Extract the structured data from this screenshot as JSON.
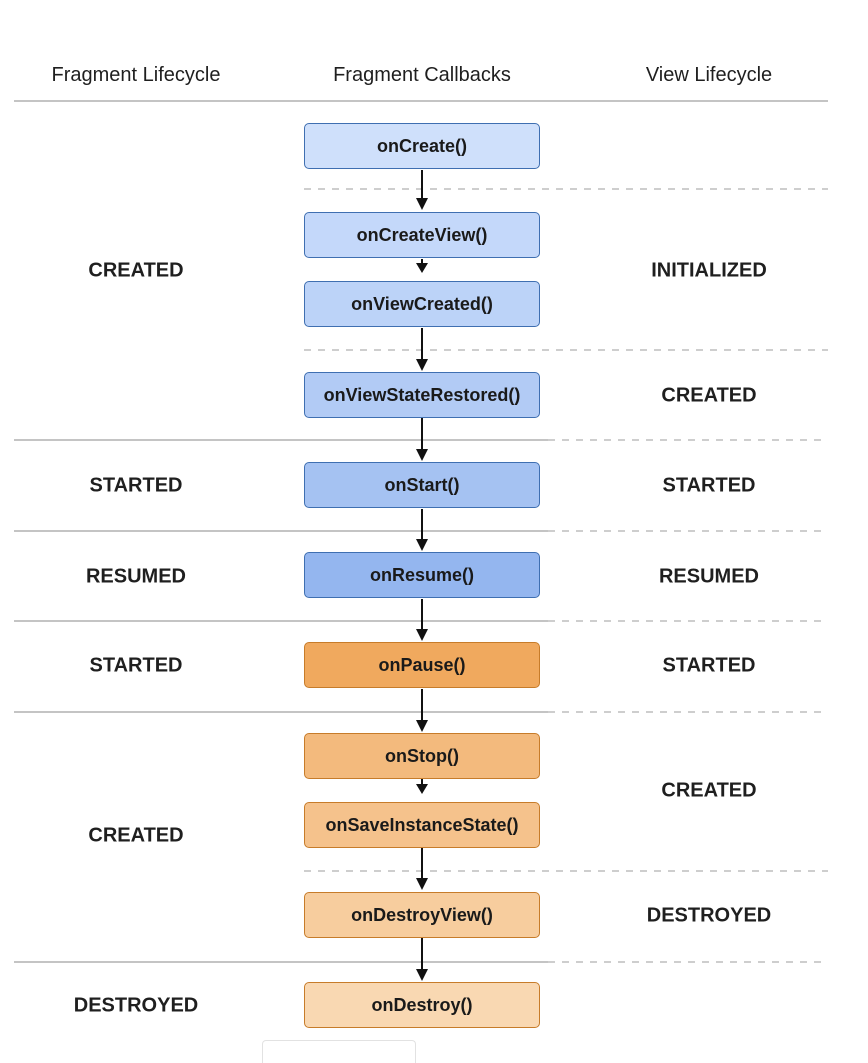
{
  "headers": {
    "fragment_lifecycle": "Fragment Lifecycle",
    "fragment_callbacks": "Fragment Callbacks",
    "view_lifecycle": "View Lifecycle"
  },
  "fragment_states": [
    "CREATED",
    "STARTED",
    "RESUMED",
    "STARTED",
    "CREATED",
    "DESTROYED"
  ],
  "view_states": [
    "INITIALIZED",
    "CREATED",
    "STARTED",
    "RESUMED",
    "STARTED",
    "CREATED",
    "DESTROYED"
  ],
  "callbacks": [
    {
      "label": "onCreate()",
      "color": "#cfe0fb"
    },
    {
      "label": "onCreateView()",
      "color": "#c4d8fa"
    },
    {
      "label": "onViewCreated()",
      "color": "#bcd3f8"
    },
    {
      "label": "onViewStateRestored()",
      "color": "#b2cbf5"
    },
    {
      "label": "onStart()",
      "color": "#a5c2f2"
    },
    {
      "label": "onResume()",
      "color": "#94b6ef"
    },
    {
      "label": "onPause()",
      "color": "#f0a95e"
    },
    {
      "label": "onStop()",
      "color": "#f3ba7d"
    },
    {
      "label": "onSaveInstanceState()",
      "color": "#f5c28c"
    },
    {
      "label": "onDestroyView()",
      "color": "#f7cd9e"
    },
    {
      "label": "onDestroy()",
      "color": "#f9d8b2"
    }
  ],
  "colors": {
    "line": "#c4c4c4",
    "dashed": "#bdbdbd",
    "arrow": "#111111",
    "blue_border": "#3f6fb1",
    "orange_border": "#c77c2a"
  }
}
